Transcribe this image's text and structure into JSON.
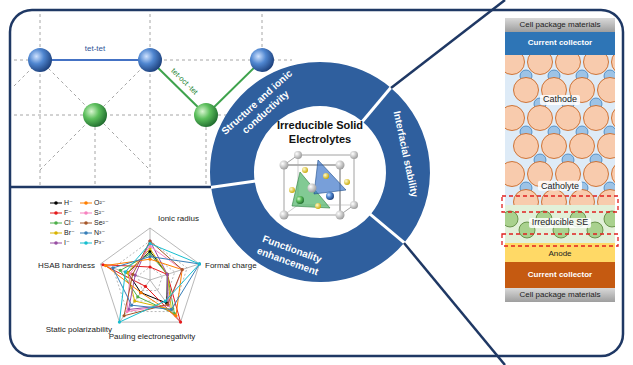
{
  "diagram": {
    "nodes": [
      {
        "text": [
          "Structure and ionic conductivity"
        ]
      },
      {
        "text": [
          "Interfacial stability"
        ]
      },
      {
        "text": [
          "Functionality enhancement"
        ]
      },
      {
        "text": [
          "Irreducible Solid Electrolytes"
        ]
      },
      {
        "text": [
          "Cell package materials"
        ]
      },
      {
        "text": [
          "Current collector"
        ]
      },
      {
        "text": [
          "Cathode"
        ]
      },
      {
        "text": [
          "Irreducible SE"
        ]
      },
      {
        "text": [
          "Anode"
        ]
      },
      {
        "text": [
          "Current collector"
        ]
      },
      {
        "text": [
          "Cell package materials"
        ]
      }
    ],
    "labels": [
      "tet-tet",
      "tet-oct -tet",
      "Catholyte",
      "Ionic radius",
      "Formal charge",
      "Pauling electronegativity",
      "Static polarizability",
      "HSAB hardness"
    ],
    "legend": [
      {
        "text": "H⁻"
      },
      {
        "text": "F⁻"
      },
      {
        "text": "Cl⁻"
      },
      {
        "text": "Br⁻"
      },
      {
        "text": "I⁻"
      },
      {
        "text": "O²⁻"
      },
      {
        "text": "S²⁻"
      },
      {
        "text": "Se²⁻"
      },
      {
        "text": "N³⁻"
      },
      {
        "text": "P³⁻"
      }
    ]
  }
}
